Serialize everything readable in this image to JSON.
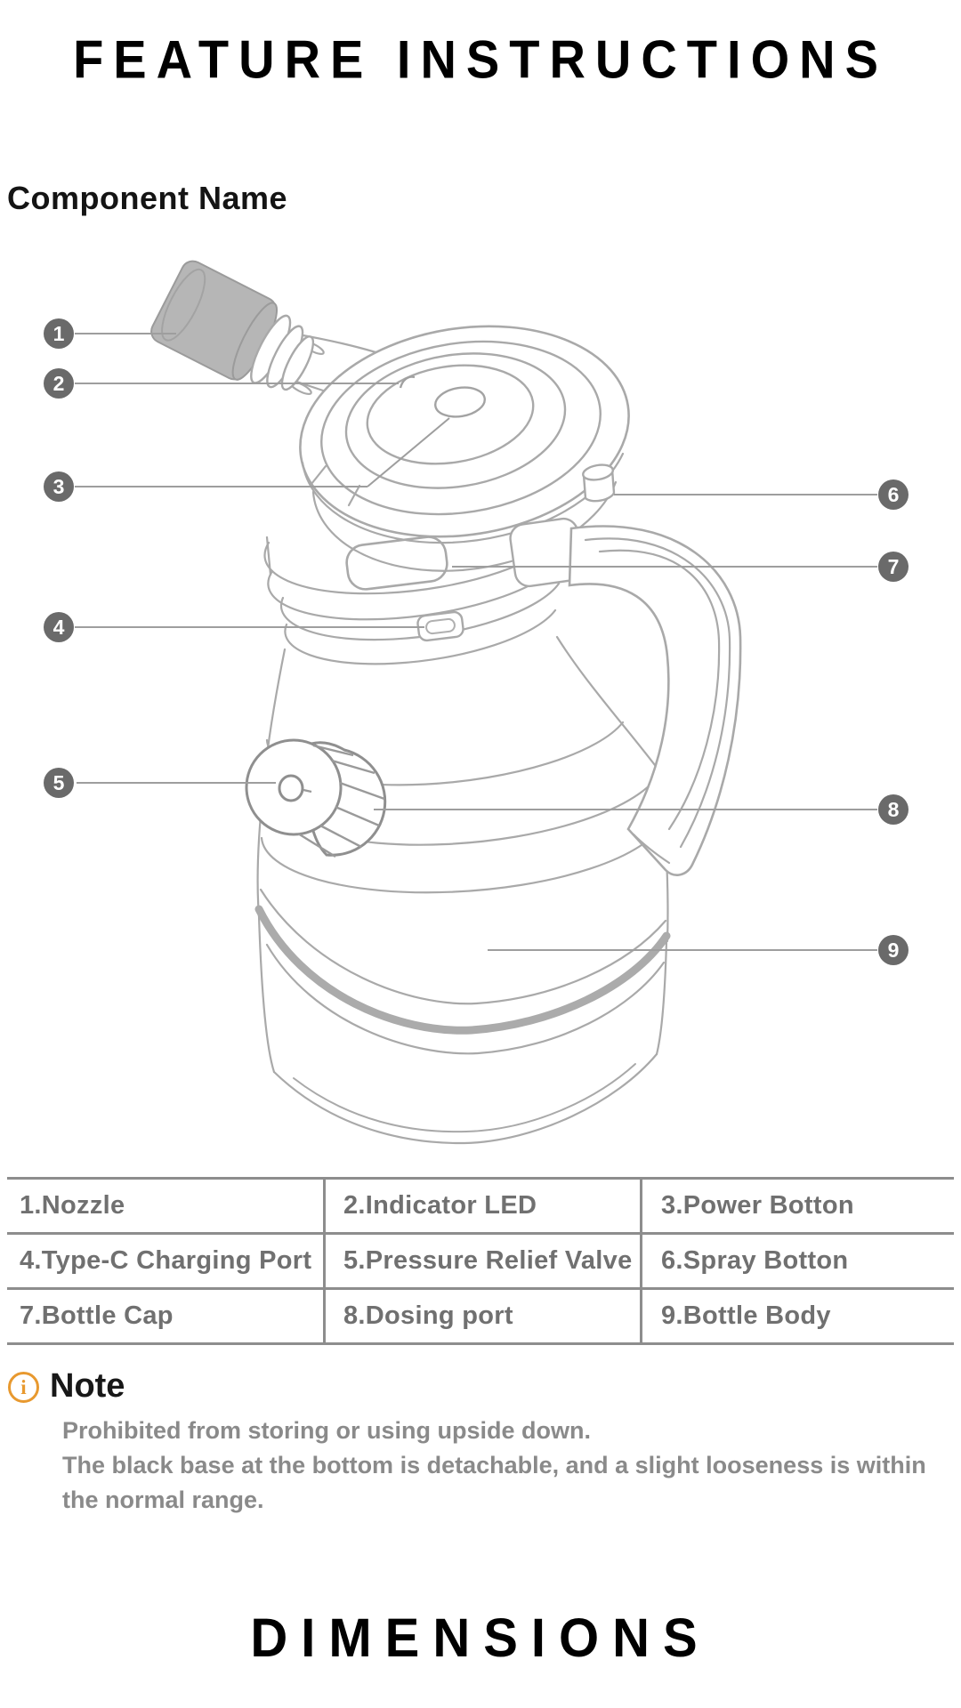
{
  "page": {
    "title_top": "FEATURE INSTRUCTIONS",
    "title_bottom": "DIMENSIONS",
    "section_heading": "Component Name"
  },
  "diagram": {
    "description": "line drawing of handheld electric sprayer bottle with numbered callouts",
    "callouts": [
      "1",
      "2",
      "3",
      "4",
      "5",
      "6",
      "7",
      "8",
      "9"
    ]
  },
  "table": {
    "rows": [
      [
        "1.Nozzle",
        "2.Indicator LED",
        "3.Power Botton"
      ],
      [
        "4.Type-C Charging Port",
        "5.Pressure Relief Valve",
        "6.Spray Botton"
      ],
      [
        "7.Bottle Cap",
        "8.Dosing port",
        "9.Bottle Body"
      ]
    ]
  },
  "note": {
    "icon_glyph": "i",
    "title": "Note",
    "lines": [
      "Prohibited from storing or using upside down.",
      "The black base at the bottom is detachable, and a slight looseness is within",
      "the normal range."
    ]
  },
  "colors": {
    "accent_orange": "#E8992F",
    "line_gray": "#a9a9a9",
    "callout_gray": "#6a6a6a",
    "table_border": "#8d8d8d",
    "table_text": "#707070",
    "note_text": "#8a8a8a",
    "heading_black": "#141414"
  }
}
